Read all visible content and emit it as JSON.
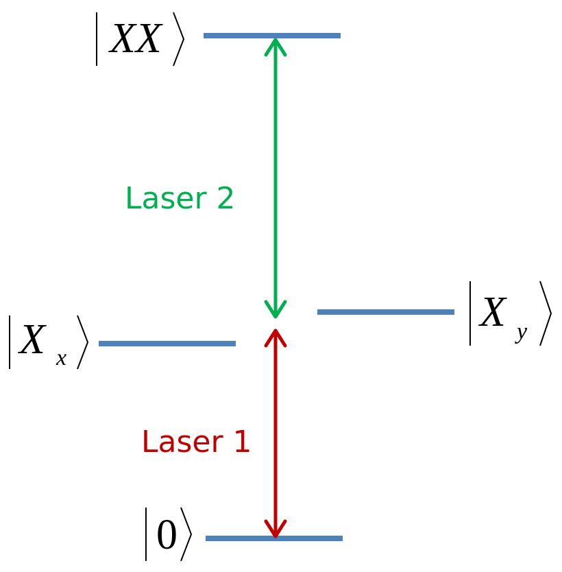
{
  "levels": {
    "biexciton": {
      "label": "XX",
      "color": "#4F81BD"
    },
    "exciton_x": {
      "label": "X",
      "subscript": "x",
      "color": "#4F81BD"
    },
    "exciton_y": {
      "label": "X",
      "subscript": "y",
      "color": "#4F81BD"
    },
    "ground": {
      "label": "0",
      "color": "#4F81BD"
    }
  },
  "transitions": {
    "laser1": {
      "label": "Laser 1",
      "color": "#C00000"
    },
    "laser2": {
      "label": "Laser 2",
      "color": "#00B050"
    }
  }
}
